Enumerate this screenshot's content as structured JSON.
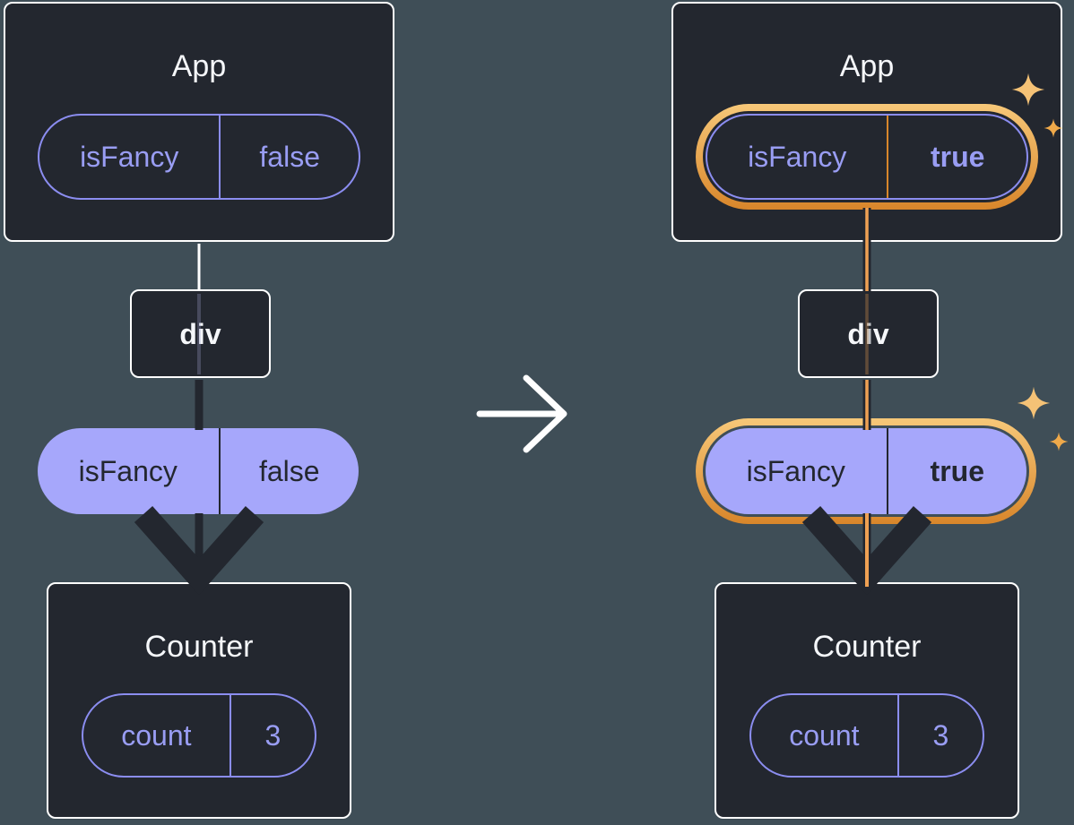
{
  "colors": {
    "background": "#3F4E57",
    "card_background": "#23272F",
    "card_border": "#FFFFFF",
    "purple_accent": "#8B8DF0",
    "purple_text": "#999DF3",
    "solid_pill_fill": "#A6A7FB",
    "dark_text": "#23272F",
    "arrow_dark": "#23272F",
    "highlight_orange": "#E49A3C",
    "orange_line": "#EFA153",
    "sparkle_orange": "#F5BE6E",
    "connector_white": "#FFFFFF"
  },
  "icons": {
    "sparkle_icon": "four-point-star",
    "arrow_right_icon": "right-arrow",
    "arrow_down_icon": "down-arrow"
  },
  "left_tree": {
    "app": {
      "title": "App",
      "prop": {
        "name": "isFancy",
        "value": "false"
      }
    },
    "middle_node": {
      "label": "div"
    },
    "passed_prop": {
      "name": "isFancy",
      "value": "false"
    },
    "counter": {
      "title": "Counter",
      "state": {
        "name": "count",
        "value": "3"
      }
    }
  },
  "right_tree": {
    "app": {
      "title": "App",
      "prop": {
        "name": "isFancy",
        "value": "true"
      }
    },
    "middle_node": {
      "label": "div"
    },
    "passed_prop": {
      "name": "isFancy",
      "value": "true"
    },
    "counter": {
      "title": "Counter",
      "state": {
        "name": "count",
        "value": "3"
      }
    }
  }
}
